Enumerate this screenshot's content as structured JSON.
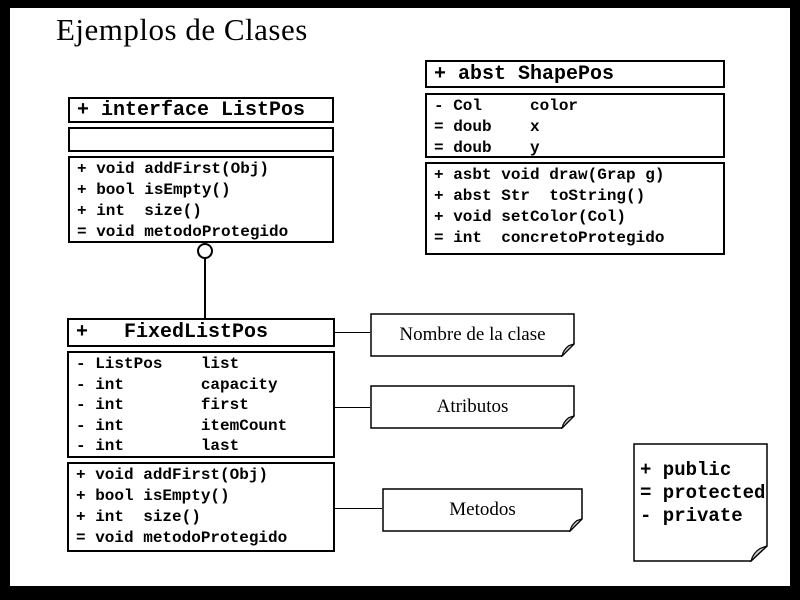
{
  "title": "Ejemplos de Clases",
  "diagram": {
    "listpos": {
      "header": "+ interface ListPos",
      "methods": [
        "+ void addFirst(Obj)",
        "+ bool isEmpty()",
        "+ int  size()",
        "= void metodoProtegido"
      ]
    },
    "shapepos": {
      "header": "+ abst ShapePos",
      "attributes": [
        "- Col     color",
        "= doub    x",
        "= doub    y"
      ],
      "methods": [
        "+ asbt void draw(Grap g)",
        "+ abst Str  toString()",
        "+ void setColor(Col)",
        "= int  concretoProtegido"
      ]
    },
    "fixedlistpos": {
      "header": "+   FixedListPos",
      "attributes": [
        "- ListPos    list",
        "- int        capacity",
        "- int        first",
        "- int        itemCount",
        "- int        last"
      ],
      "methods": [
        "+ void addFirst(Obj)",
        "+ bool isEmpty()",
        "+ int  size()",
        "= void metodoProtegido"
      ]
    }
  },
  "notes": {
    "class_name": "Nombre de la clase",
    "attributes": "Atributos",
    "methods": "Metodos"
  },
  "legend": {
    "rows": [
      "+ public",
      "= protected",
      "- private"
    ]
  },
  "colors": {
    "frame": "#000000",
    "slide": "#ffffff",
    "ink": "#000000",
    "fold_fill": "#c9c9c9"
  }
}
